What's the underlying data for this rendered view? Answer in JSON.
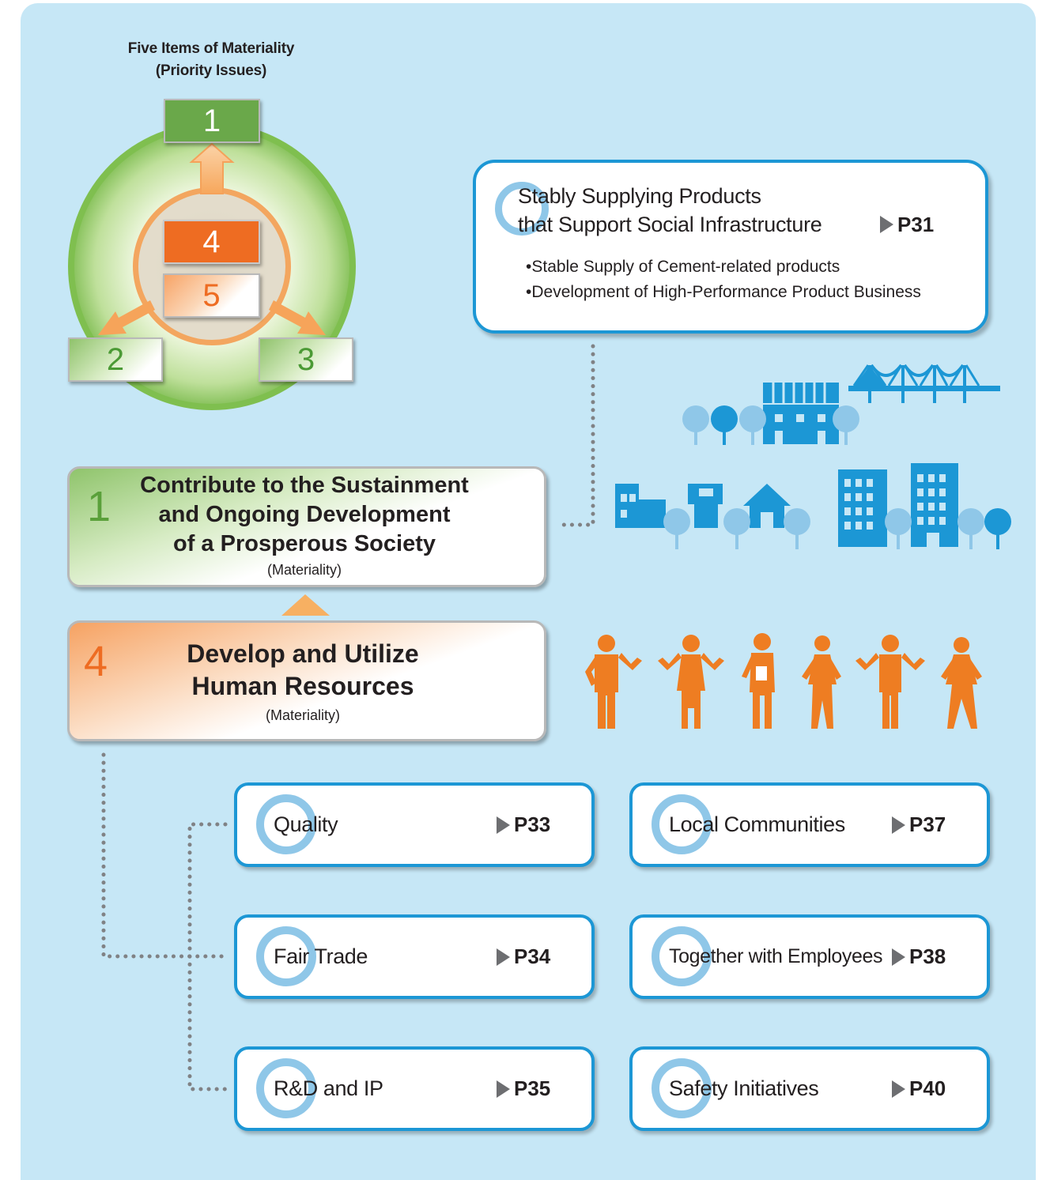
{
  "materiality_header": {
    "line1": "Five Items of Materiality",
    "line2": "(Priority Issues)"
  },
  "wheel_numbers": {
    "n1": "1",
    "n2": "2",
    "n3": "3",
    "n4": "4",
    "n5": "5"
  },
  "supply": {
    "title_line1": "Stably Supplying Products",
    "title_line2": "that Support Social Infrastructure",
    "page": "P31",
    "bullets": [
      "•Stable Supply of Cement-related products",
      "•Development of High-Performance Product Business"
    ]
  },
  "materiality_1": {
    "number": "1",
    "title_line1": "Contribute to the Sustainment",
    "title_line2": "and Ongoing Development",
    "title_line3": "of a Prosperous Society",
    "sub": "(Materiality)"
  },
  "materiality_4": {
    "number": "4",
    "title_line1": "Develop and Utilize",
    "title_line2": "Human Resources",
    "sub": "(Materiality)"
  },
  "topics": [
    {
      "label": "Quality",
      "page": "P33"
    },
    {
      "label": "Fair Trade",
      "page": "P34"
    },
    {
      "label": "R&D and IP",
      "page": "P35"
    },
    {
      "label": "Local Communities",
      "page": "P37"
    },
    {
      "label": "Together with Employees",
      "page": "P38"
    },
    {
      "label": "Safety Initiatives",
      "page": "P40"
    }
  ],
  "colors": {
    "background": "#c6e7f6",
    "blue": "#1c97d5",
    "green": "#6aa84a",
    "orange": "#ee6c22",
    "light_blue": "#8fc7e8"
  },
  "icons": [
    "city-buildings-icon",
    "bridge-icon",
    "houses-icon",
    "people-icon"
  ]
}
